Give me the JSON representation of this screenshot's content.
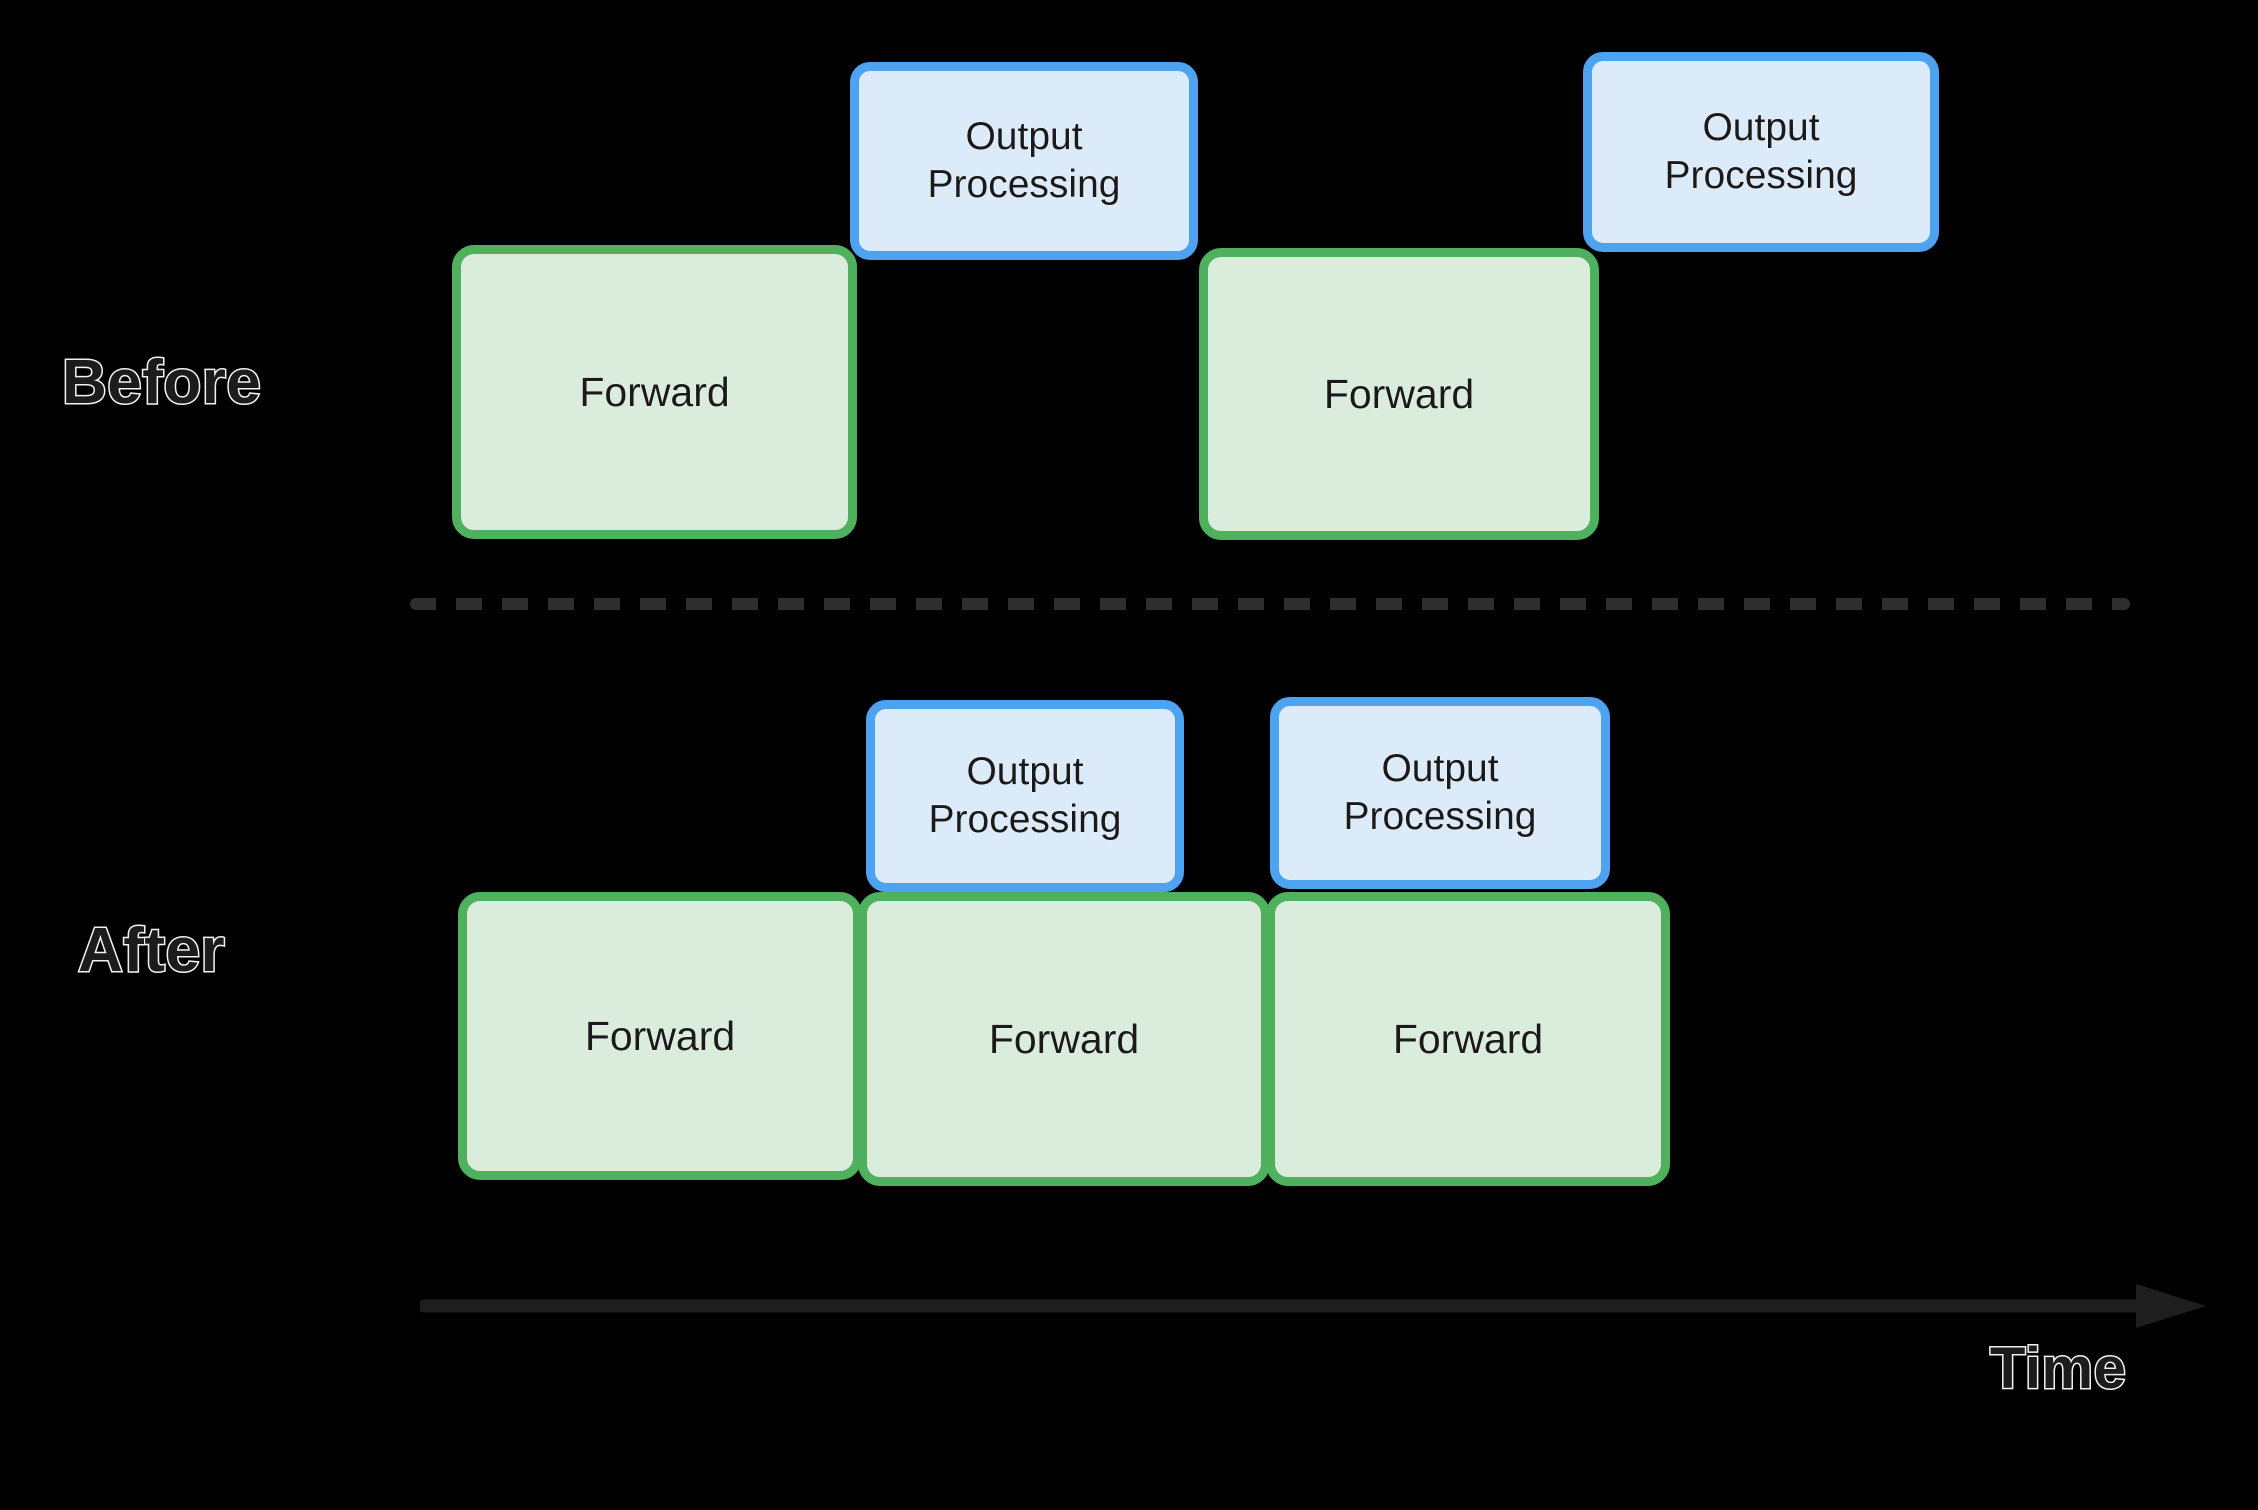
{
  "diagram": {
    "title": "Before / After output-processing overlap timeline",
    "background_color": "#000000",
    "rows": [
      {
        "id": "before",
        "label": "Before"
      },
      {
        "id": "after",
        "label": "After"
      }
    ],
    "axis": {
      "label": "Time",
      "direction": "left-to-right",
      "arrow_color": "#1e1e1e"
    },
    "divider": {
      "style": "dashed",
      "color": "#2e2e2e"
    },
    "colors": {
      "forward_fill": "#daecdc",
      "forward_border": "#4fb05e",
      "output_fill": "#dcebfa",
      "output_border": "#4da3f0",
      "label_text": "#1c1c1c",
      "label_outline": "#f2f2f2",
      "box_text": "#1a1a1a"
    },
    "legend_terms": {
      "forward": "Forward",
      "output_processing_line1": "Output",
      "output_processing_line2": "Processing"
    }
  },
  "before": {
    "label": "Before",
    "forward_blocks": [
      {
        "label": "Forward"
      },
      {
        "label": "Forward"
      }
    ],
    "output_blocks": [
      {
        "line1": "Output",
        "line2": "Processing"
      },
      {
        "line1": "Output",
        "line2": "Processing"
      }
    ]
  },
  "after": {
    "label": "After",
    "forward_blocks": [
      {
        "label": "Forward"
      },
      {
        "label": "Forward"
      },
      {
        "label": "Forward"
      }
    ],
    "output_blocks": [
      {
        "line1": "Output",
        "line2": "Processing"
      },
      {
        "line1": "Output",
        "line2": "Processing"
      }
    ]
  }
}
